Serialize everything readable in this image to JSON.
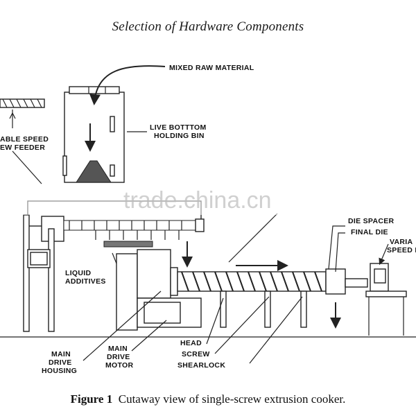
{
  "header": {
    "title": "Selection of Hardware Components"
  },
  "labels": {
    "mixed_raw_material": "MIXED RAW MATERIAL",
    "live_bottom_1": "LIVE BOTTTOM",
    "live_bottom_2": "HOLDING BIN",
    "feeder_1": "ABLE SPEED",
    "feeder_2": "EW FEEDER",
    "liquid_1": "LIQUID",
    "liquid_2": "ADDITIVES",
    "die_spacer": "DIE SPACER",
    "final_die": "FINAL DIE",
    "variable_1": "VARIA",
    "variable_2": "SPEED K",
    "head": "HEAD",
    "screw": "SCREW",
    "shearlock": "SHEARLOCK",
    "housing_1": "MAIN",
    "housing_2": "DRIVE",
    "housing_3": "HOUSING",
    "motor_1": "MAIN",
    "motor_2": "DRIVE",
    "motor_3": "MOTOR"
  },
  "watermark": "trade.china.cn",
  "caption": {
    "figure": "Figure 1",
    "text": "Cutaway view of single-screw extrusion cooker."
  }
}
